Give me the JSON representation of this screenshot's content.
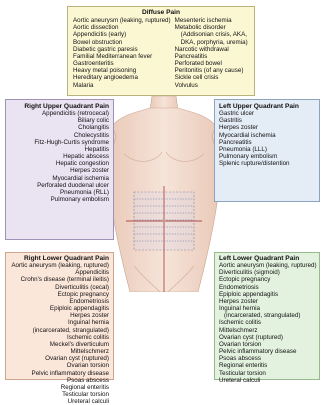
{
  "diffuse": {
    "title": "Diffuse Pain",
    "col1": [
      "Aortic aneurysm (leaking, ruptured)",
      "Aortic dissection",
      "Appendicitis (early)",
      "Bowel obstruction",
      "Diabetic gastric paresis",
      "Familial Mediterranean fever",
      "Gastroenteritis",
      "Heavy metal poisoning",
      "Hereditary angioedema",
      "Malaria"
    ],
    "col2": [
      "Mesenteric ischemia",
      "Metabolic disorder",
      "(Addisonian crisis, AKA,",
      "DKA, porphyria, uremia)",
      "Narcotic withdrawal",
      "Pancreatitis",
      "Perforated bowel",
      "Peritonitis (of any cause)",
      "Sickle cell crisis",
      "Volvulus"
    ]
  },
  "ruq": {
    "title": "Right Upper Quadrant Pain",
    "items": [
      "Appendicitis (retrocecal)",
      "Biliary colic",
      "Cholangitis",
      "Cholecystitis",
      "Fitz-Hugh-Curtis syndrome",
      "Hepatitis",
      "Hepatic abscess",
      "Hepatic congestion",
      "Herpes zoster",
      "Myocardial ischemia",
      "Perforated duodenal ulcer",
      "Pneumonia (RLL)",
      "Pulmonary embolism"
    ]
  },
  "luq": {
    "title": "Left Upper Quadrant Pain",
    "items": [
      "Gastric ulcer",
      "Gastritis",
      "Herpes zoster",
      "Myocardial ischemia",
      "Pancreatitis",
      "Pneumonia (LLL)",
      "Pulmonary embolism",
      "Splenic rupture/distention"
    ]
  },
  "rlq": {
    "title": "Right Lower Quadrant Pain",
    "items": [
      "Aortic aneurysm (leaking, ruptured)",
      "Appendicitis",
      "Crohn's disease (terminal ileitis)",
      "Diverticulitis (cecal)",
      "Ectopic pregnancy",
      "Endometriosis",
      "Epiploic appendagitis",
      "Herpes zoster",
      "Inguinal hernia",
      "(incarcerated, strangulated)",
      "Ischemic colitis",
      "Meckel's diverticulum",
      "Mittelschmerz",
      "Ovarian cyst (ruptured)",
      "Ovarian torsion",
      "Pelvic inflammatory disease",
      "Psoas abscess",
      "Regional enteritis",
      "Testicular torsion",
      "Ureteral calculi"
    ]
  },
  "llq": {
    "title": "Left Lower Quadrant Pain",
    "items": [
      "Aortic aneurysm (leaking, ruptured)",
      "Diverticulitis (sigmoid)",
      "Ectopic pregnancy",
      "Endometriosis",
      "Epiploic appendagitis",
      "Herpes zoster",
      "Inguinal hernia",
      "(incarcerated, strangulated)",
      "Ischemic colitis",
      "Mittelschmerz",
      "Ovarian cyst (ruptured)",
      "Ovarian torsion",
      "Pelvic inflammatory disease",
      "Psoas abscess",
      "Regional enteritis",
      "Testicular torsion",
      "Ureteral calculi"
    ]
  },
  "colors": {
    "diffuse_bg": "#fbf7d3",
    "ruq_bg": "#e9e3f2",
    "luq_bg": "#e4ecf6",
    "rlq_bg": "#fbe6da",
    "llq_bg": "#e3f1df",
    "skin": "#f3ddd0"
  }
}
